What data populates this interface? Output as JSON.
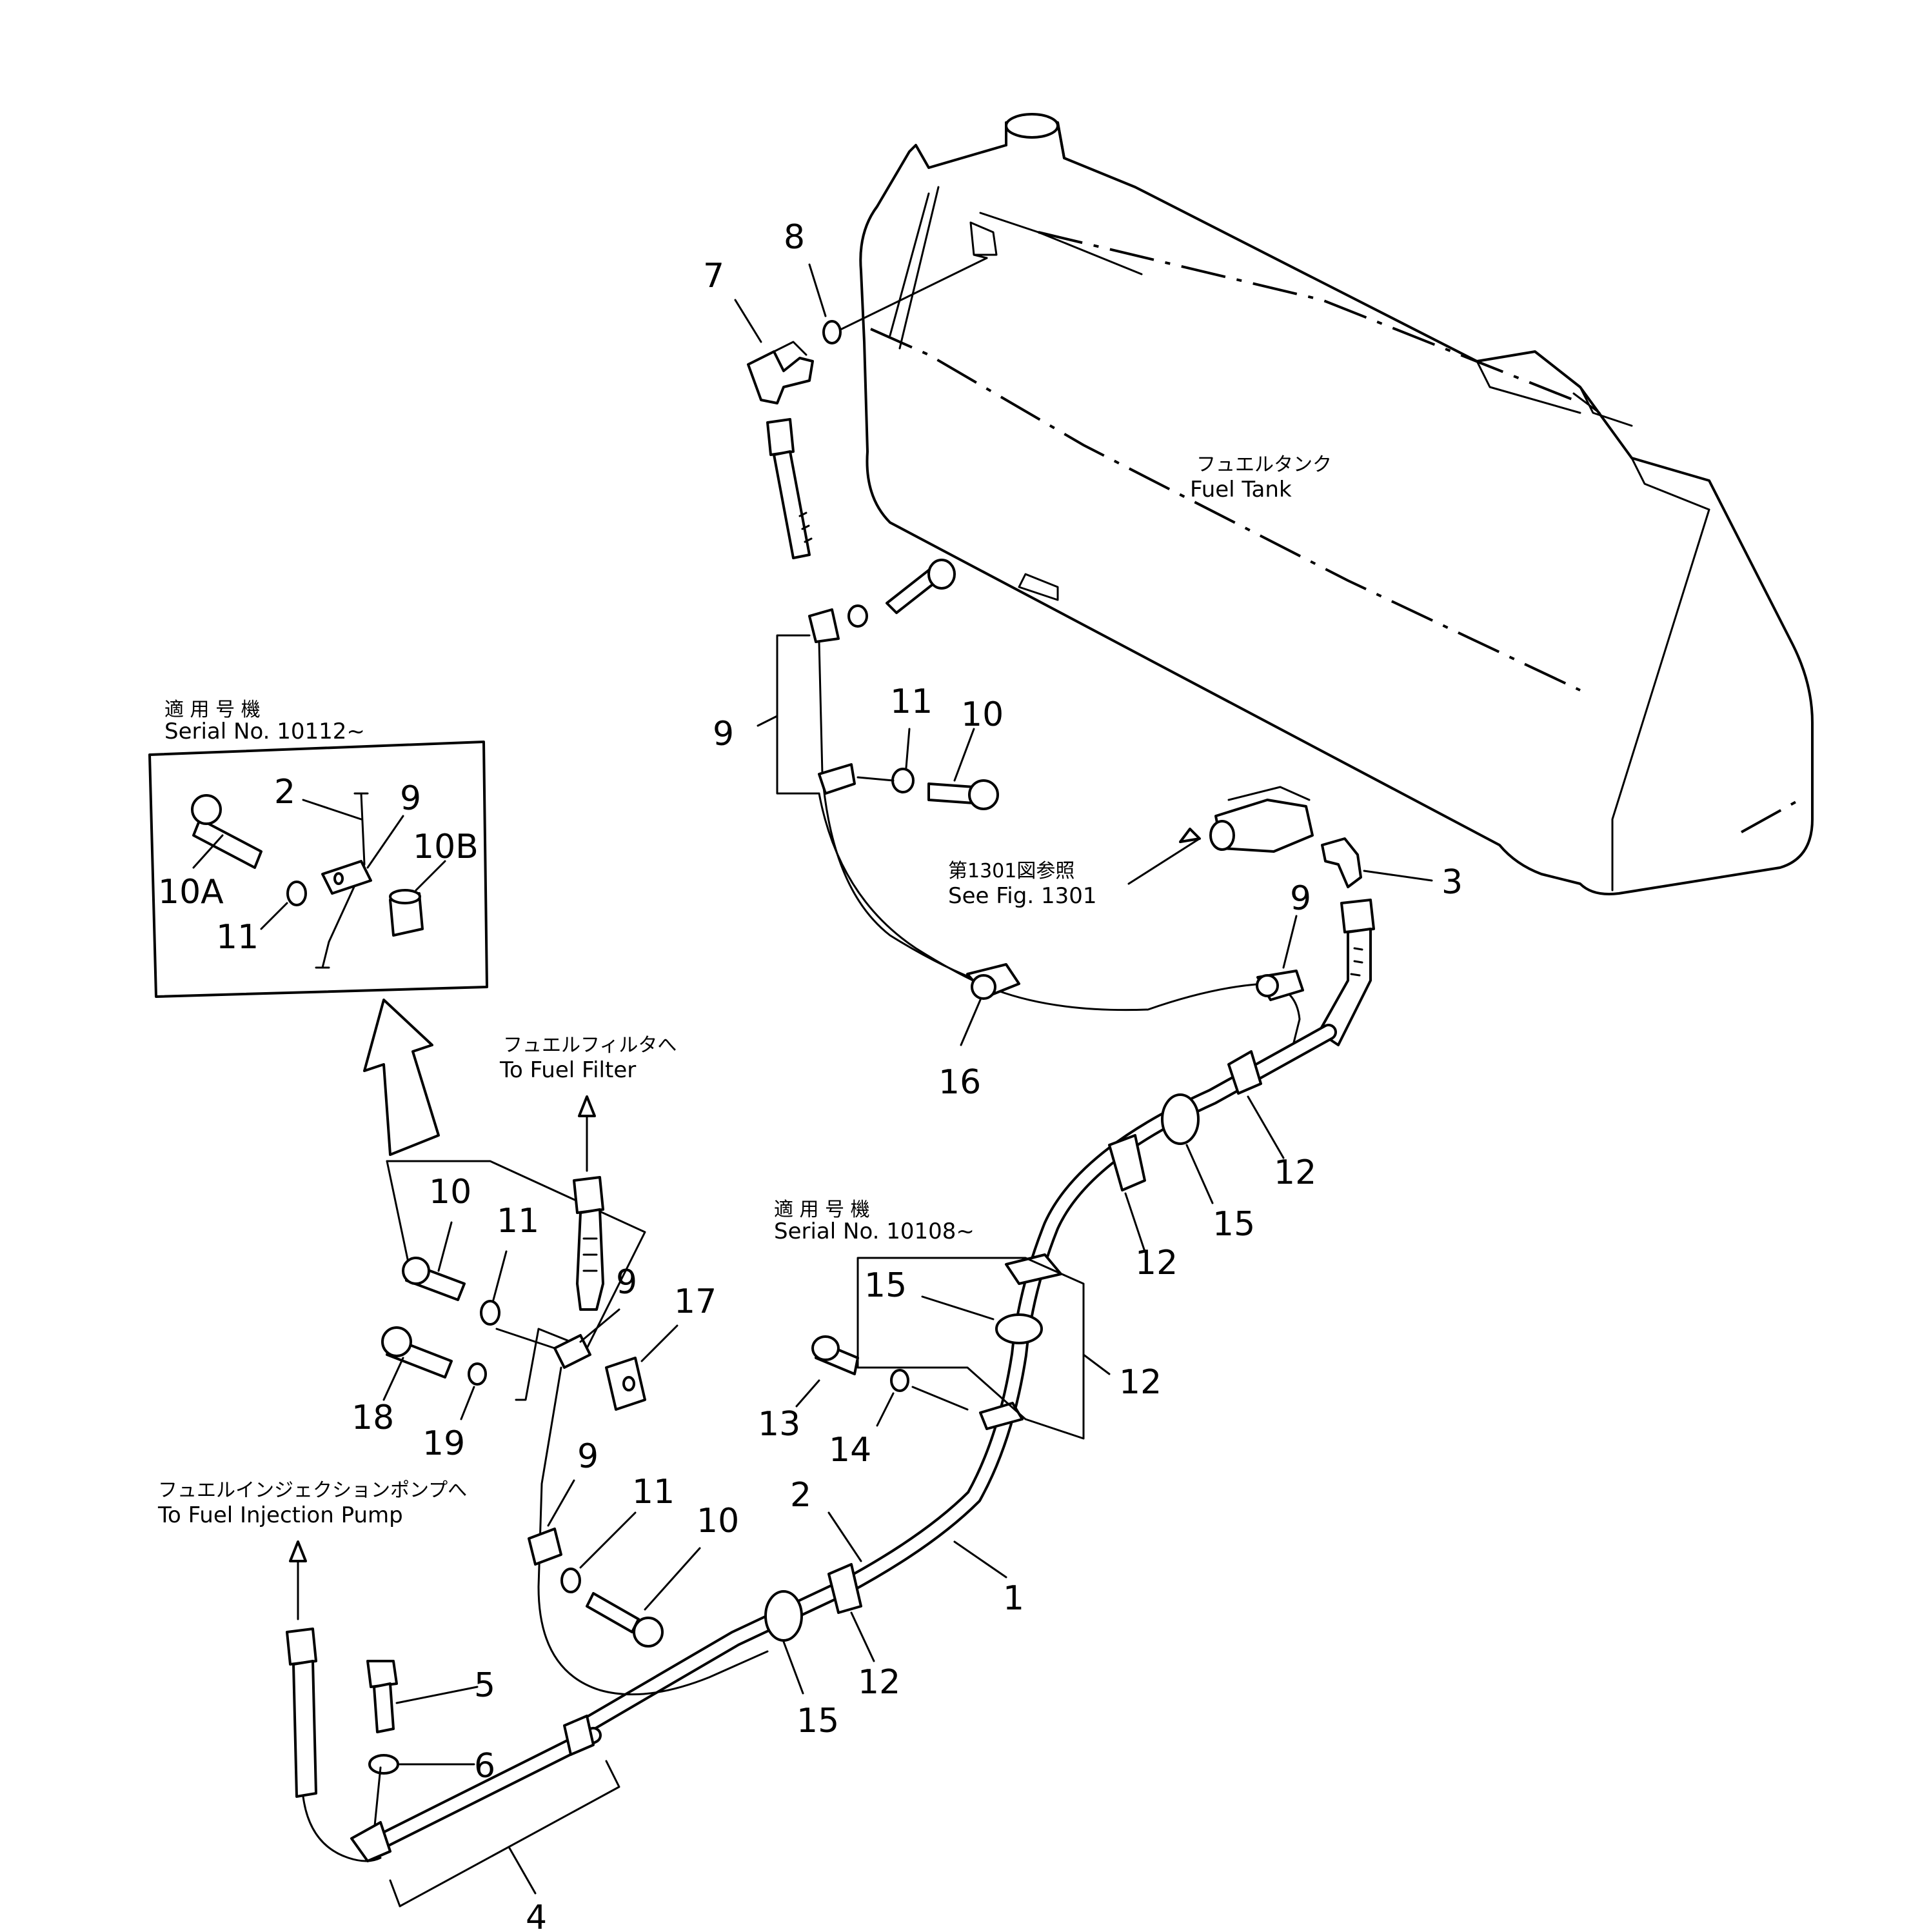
{
  "labels": {
    "fuel_tank_jp": "フュエルタンク",
    "fuel_tank_en": "Fuel Tank",
    "serial_10112_jp": "適 用 号 機",
    "serial_10112_en": "Serial  No.  10112~",
    "to_fuel_filter_jp": "フュエルフィルタへ",
    "to_fuel_filter_en": "To  Fuel  Filter",
    "serial_10108_jp": "適 用 号 機",
    "serial_10108_en": "Serial  No.  10108~",
    "see_fig_jp": "第1301図参照",
    "see_fig_en": "See  Fig.  1301",
    "to_injection_pump_jp": "フュエルインジェクションポンプへ",
    "to_injection_pump_en": "To  Fuel  Injection  Pump"
  },
  "callouts": {
    "c1": "1",
    "c2_inset": "2",
    "c2": "2",
    "c3": "3",
    "c4": "4",
    "c5": "5",
    "c6": "6",
    "c7": "7",
    "c8": "8",
    "c9_tank": "9",
    "c9_inset": "9",
    "c9_right": "9",
    "c9_filter": "9",
    "c9_lower": "9",
    "c10_tank": "10",
    "c10a": "10A",
    "c10b": "10B",
    "c10_filter": "10",
    "c10_lower": "10",
    "c11_tank": "11",
    "c11_inset": "11",
    "c11_filter": "11",
    "c11_lower": "11",
    "c12_a": "12",
    "c12_b": "12",
    "c12_c": "12",
    "c12_d": "12",
    "c13": "13",
    "c14": "14",
    "c15_a": "15",
    "c15_b": "15",
    "c15_c": "15",
    "c16": "16",
    "c17": "17",
    "c18": "18",
    "c19": "19"
  }
}
